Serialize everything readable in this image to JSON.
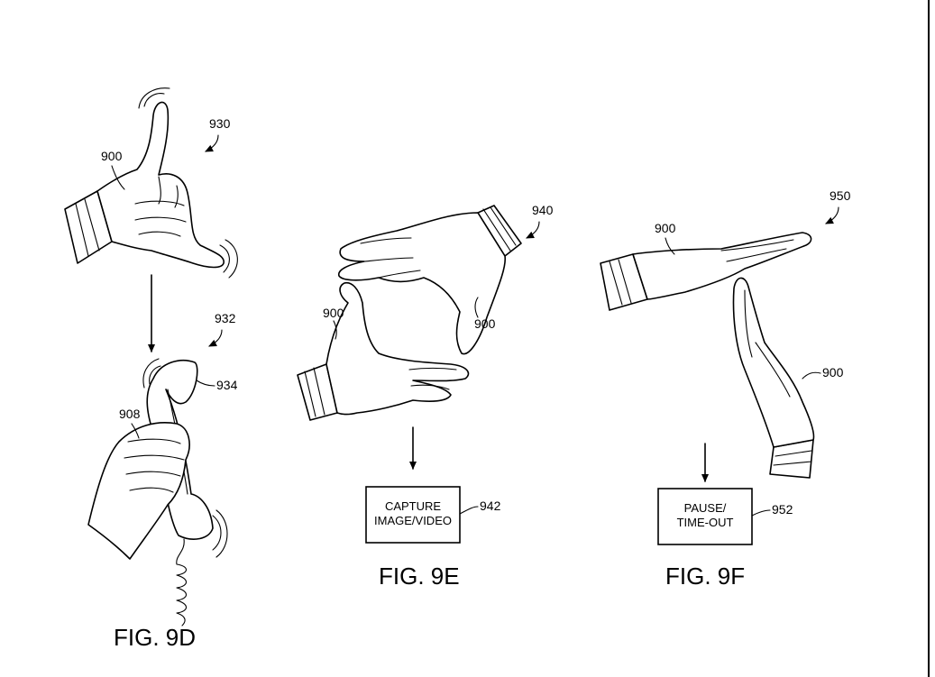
{
  "figures": {
    "d": {
      "caption": "FIG. 9D",
      "refs": {
        "gesture": "930",
        "hand": "900",
        "result": "932",
        "handset": "934",
        "hand_holding": "908"
      }
    },
    "e": {
      "caption": "FIG. 9E",
      "refs": {
        "gesture": "940",
        "hand_left": "900",
        "hand_right": "900",
        "box": "942"
      },
      "box_lines": [
        "CAPTURE",
        "IMAGE/VIDEO"
      ]
    },
    "f": {
      "caption": "FIG. 9F",
      "refs": {
        "gesture": "950",
        "hand_top": "900",
        "hand_bottom": "900",
        "box": "952"
      },
      "box_lines": [
        "PAUSE/",
        "TIME-OUT"
      ]
    }
  },
  "colors": {
    "ink": "#000000",
    "paper": "#ffffff"
  }
}
